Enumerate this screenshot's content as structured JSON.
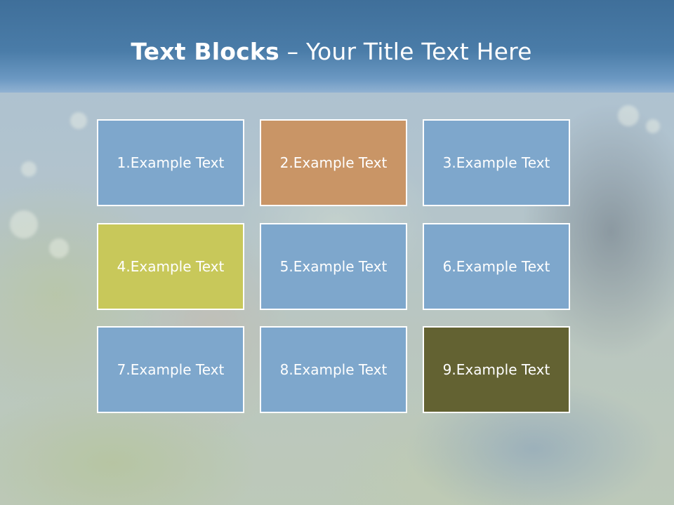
{
  "title": {
    "bold": "Text Blocks",
    "separator": " – ",
    "rest": "Your Title Text Here"
  },
  "blocks": [
    {
      "label": "1.Example Text",
      "color": "#7ea7cc"
    },
    {
      "label": "2.Example Text",
      "color": "#c99566"
    },
    {
      "label": "3.Example Text",
      "color": "#7ea7cc"
    },
    {
      "label": "4.Example Text",
      "color": "#c8c85a"
    },
    {
      "label": "5.Example Text",
      "color": "#7ea7cc"
    },
    {
      "label": "6.Example Text",
      "color": "#7ea7cc"
    },
    {
      "label": "7.Example Text",
      "color": "#7ea7cc"
    },
    {
      "label": "8.Example Text",
      "color": "#7ea7cc"
    },
    {
      "label": "9.Example Text",
      "color": "#636232"
    }
  ],
  "colors": {
    "title_band": "#4a7ca8",
    "title_text": "#ffffff",
    "block_border": "#ffffff"
  }
}
